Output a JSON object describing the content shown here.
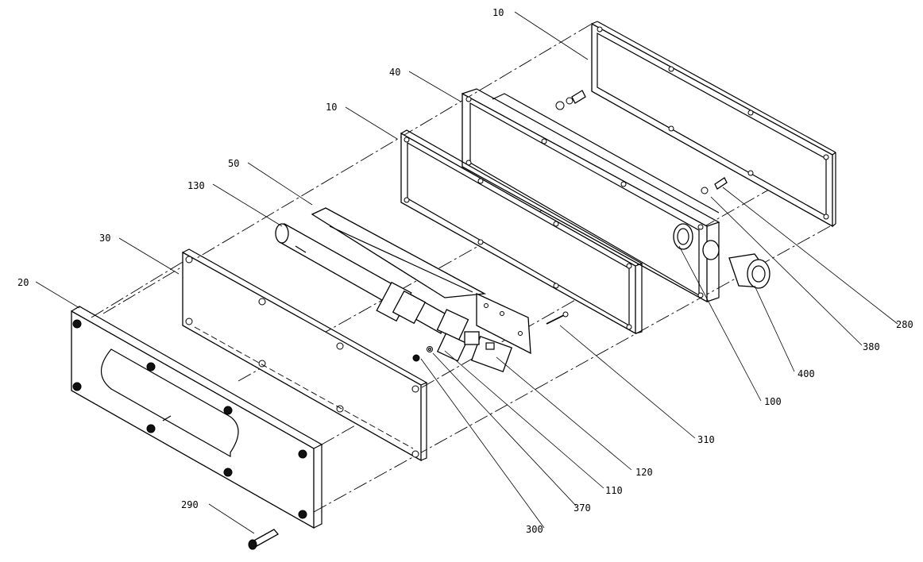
{
  "callouts": [
    {
      "id": "c10a",
      "label": "10"
    },
    {
      "id": "c40",
      "label": "40"
    },
    {
      "id": "c10b",
      "label": "10"
    },
    {
      "id": "c50",
      "label": "50"
    },
    {
      "id": "c130",
      "label": "130"
    },
    {
      "id": "c30",
      "label": "30"
    },
    {
      "id": "c20",
      "label": "20"
    },
    {
      "id": "c290",
      "label": "290"
    },
    {
      "id": "c300",
      "label": "300"
    },
    {
      "id": "c370",
      "label": "370"
    },
    {
      "id": "c110",
      "label": "110"
    },
    {
      "id": "c120",
      "label": "120"
    },
    {
      "id": "c310",
      "label": "310"
    },
    {
      "id": "c100",
      "label": "100"
    },
    {
      "id": "c400",
      "label": "400"
    },
    {
      "id": "c380",
      "label": "380"
    },
    {
      "id": "c280",
      "label": "280"
    }
  ]
}
